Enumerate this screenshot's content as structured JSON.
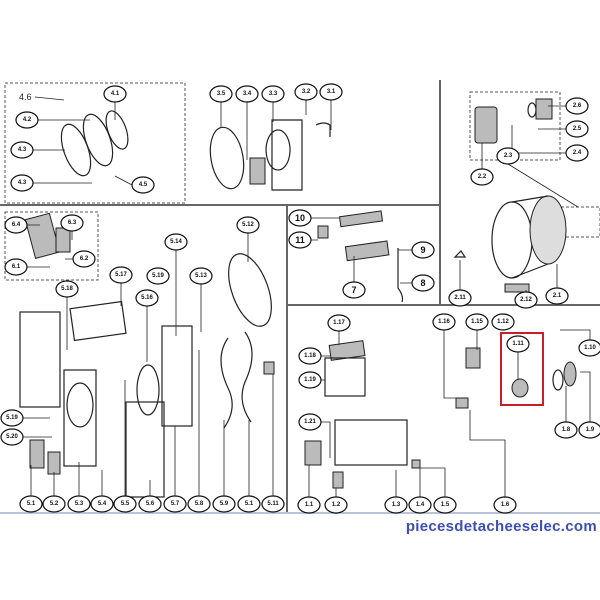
{
  "title_note": "4.6",
  "labels": [
    "4.1",
    "4.2",
    "4.3",
    "4.3",
    "4.5",
    "3.5",
    "3.4",
    "3.3",
    "3.2",
    "3.1",
    "10",
    "11",
    "9",
    "8",
    "7",
    "2.6",
    "2.5",
    "2.4",
    "2.3",
    "2.2",
    "2.11",
    "2.12",
    "2.1",
    "6.4",
    "6.3",
    "6.2",
    "6.1",
    "5.14",
    "5.12",
    "5.17",
    "5.19",
    "5.13",
    "5.18",
    "5.16",
    "5.19",
    "5.20",
    "5.1",
    "5.2",
    "5.3",
    "5.4",
    "5.5",
    "5.6",
    "5.7",
    "5.8",
    "5.9",
    "5.1",
    "5.11",
    "1.17",
    "1.18",
    "1.19",
    "1.21",
    "1.1",
    "1.2",
    "1.3",
    "1.4",
    "1.5",
    "1.6",
    "1.16",
    "1.15",
    "1.12",
    "1.11",
    "1.10",
    "1.8",
    "1.9"
  ],
  "highlight": {
    "label": "1.11",
    "color": "#c8202a"
  },
  "watermark": "piecesdetacheeselec.com",
  "colors": {
    "watermark": "#3b4fb5",
    "highlight": "#c8202a"
  }
}
